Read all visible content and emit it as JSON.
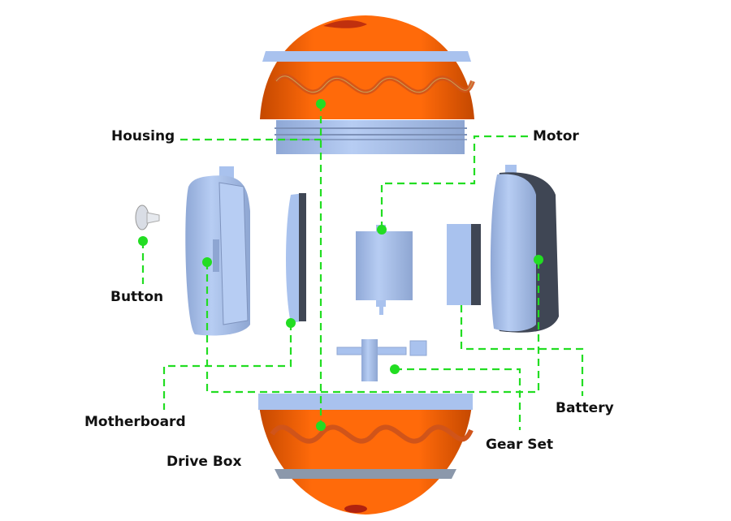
{
  "diagram": {
    "type": "exploded-view",
    "labels": {
      "housing": "Housing",
      "motor": "Motor",
      "button": "Button",
      "motherboard": "Motherboard",
      "drive_box": "Drive Box",
      "gear_set": "Gear Set",
      "battery": "Battery"
    },
    "colors": {
      "shell_orange": "#ff6a0a",
      "part_blue": "#a9c2ee",
      "part_dark": "#3f4654",
      "leader_green": "#22dd22",
      "band_grey": "#8b98ab"
    }
  }
}
